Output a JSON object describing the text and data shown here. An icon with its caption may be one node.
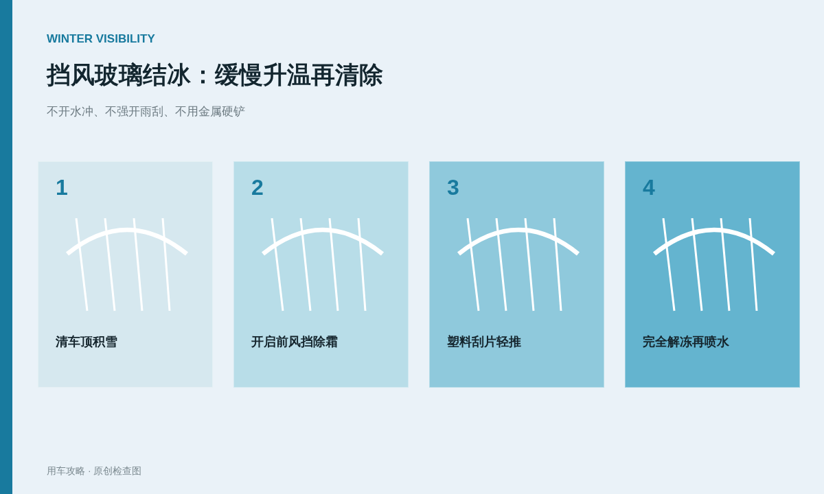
{
  "diagram": {
    "title": "挡风玻璃结冰：缓慢升温再清除",
    "nodes": [
      {
        "text": [
          "1",
          "清车顶积雪"
        ]
      },
      {
        "text": [
          "2",
          "开启前风挡除霜"
        ]
      },
      {
        "text": [
          "3",
          "塑料刮片轻推"
        ]
      },
      {
        "text": [
          "4",
          "完全解冻再喷水"
        ]
      }
    ],
    "labels": [
      "WINTER VISIBILITY",
      "不开水冲、不强开雨刮、不用金属硬铲",
      "用车攻略 · 原创检查图"
    ]
  }
}
